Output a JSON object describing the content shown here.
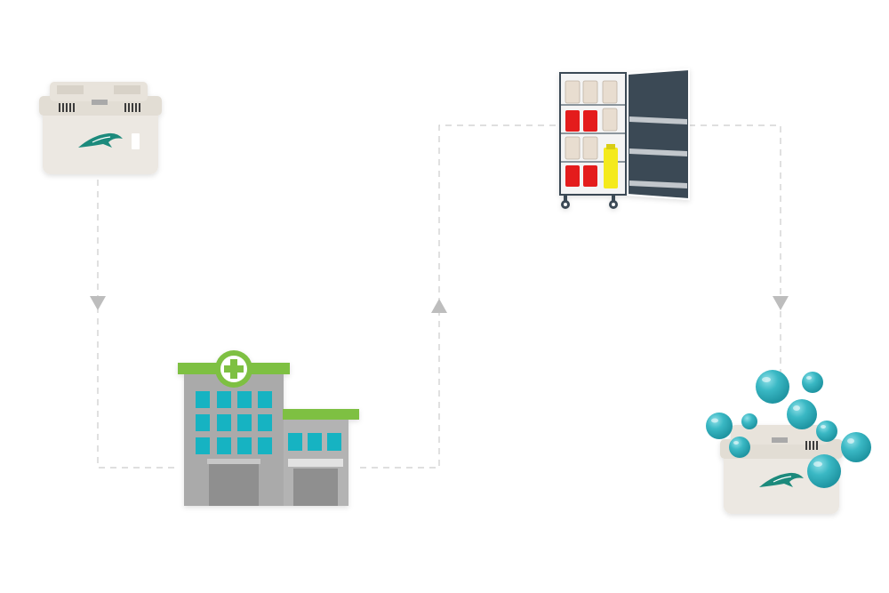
{
  "diagram": {
    "nodes": [
      {
        "id": "sealed-container",
        "icon": "container-closed-icon"
      },
      {
        "id": "hospital",
        "icon": "hospital-building-icon"
      },
      {
        "id": "transport-trolley",
        "icon": "trolley-cabinet-icon"
      },
      {
        "id": "cleaned-container",
        "icon": "container-washing-icon"
      }
    ],
    "edges": [
      {
        "from": "sealed-container",
        "to": "hospital",
        "style": "dashed",
        "arrow": "down"
      },
      {
        "from": "hospital",
        "to": "transport-trolley",
        "style": "dashed",
        "arrow": "up"
      },
      {
        "from": "transport-trolley",
        "to": "cleaned-container",
        "style": "dashed",
        "arrow": "down"
      }
    ],
    "colors": {
      "line": "#c8c8c8",
      "arrow": "#b8b8b8",
      "container_body": "#ece8e2",
      "container_lid": "#e4dfd7",
      "brand_green": "#1f8a7b",
      "hospital_gray": "#a8a8a8",
      "hospital_green": "#7ec043",
      "window_teal": "#12b3c2",
      "trolley_door": "#3a4a55",
      "bin_red": "#e41f1f",
      "bin_yellow": "#f4ea1a",
      "bubble": "#3ab8c4"
    }
  }
}
